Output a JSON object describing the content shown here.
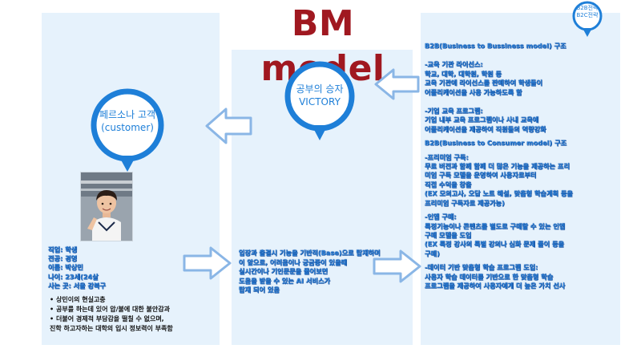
{
  "title": "BM model",
  "colors": {
    "panel_bg": "#e6f2fc",
    "title_red": "#a01820",
    "accent_blue": "#1e7fd8",
    "bubble_fill": "#ffffff"
  },
  "bubbles": {
    "persona": {
      "lines": [
        "페르소나 고객",
        "(customer)"
      ]
    },
    "victory": {
      "lines": [
        "공부의 승자",
        "VICTORY"
      ]
    },
    "tag": {
      "lines": [
        "B2B전략",
        "B2C전략"
      ]
    }
  },
  "persona_photo": {
    "icon": "person-photo"
  },
  "profile": {
    "lines": [
      "직업: 학생",
      "전공: 경영",
      "이름: 박상민",
      "나이: 23세(24살",
      "사는 곳: 서울 강북구"
    ],
    "bullets": [
      {
        "text": "상민이의 현실고충",
        "indent": false
      },
      {
        "text": "공부를 하는데 있어 압/불에 대한 불안감과",
        "indent": false
      },
      {
        "text": "더불어 경제적 부담감을 떨칠 수 없으며,",
        "indent": false
      },
      {
        "text": "진학 하고자하는 대학의 입시 정보력이 부족함",
        "indent": true
      }
    ]
  },
  "middle": {
    "lines": [
      "입장과 출결시 기능을 기반적(Base)으로 탑재하며",
      "이 앞으로, 어려움이나 궁금증이 있을때",
      "실시간이나 기인문문을 물어보면",
      "도움을 받을 수 있는 AI 서비스가",
      "탑재 되어 있음"
    ]
  },
  "right": {
    "b2b_heading": "B2B(Business to Bussiness model) 구조",
    "b2b_sections": [
      {
        "lines": [
          "-교육 기관 라이선스:",
          "학교, 대학, 대학원, 학원 등",
          "교육 기관에 라이선스를 판매하여 학생들이",
          "어플리케이션을 사용 가능하도록 함"
        ]
      },
      {
        "lines": [
          "-기업 교육 프로그램:",
          " 기업 내부 교육 프로그램이나 사내 교육에",
          "어플리케이션을 제공하여 직원들의 역량강화"
        ]
      }
    ],
    "b2c_heading": "B2B(Business to Consumer model) 구조",
    "b2c_sections": [
      {
        "lines": [
          "-프리미엄 구독:",
          "무료 버전과 함께 함께 더 많은 기능을 제공하는 프리",
          "미엄 구독 모델을 운영하여 사용자로부터",
          "직접 수익을 창출",
          "(EX 모의고사, 오답 노트 해설, 맞춤형 학습계획 등을",
          " 프리미엄 구독자로 제공가능)"
        ]
      },
      {
        "lines": [
          "-인앱 구매:",
          "특정기능이나 콘텐츠를 별도로 구매할 수 있는 인앱",
          "구매 모델을 도입",
          "(EX 특정 강사의 특별 강의나 심화 문제 풀이 등을",
          "구매)"
        ]
      },
      {
        "lines": [
          "-데이터 기반 맞춤형 학습 프로그램 도입:",
          "사용자 학습 데이터를 기반으로 한 맞춤형 학습",
          "프로그램을 제공하여 사용자에게 더 높은 가치 선사"
        ]
      }
    ]
  }
}
